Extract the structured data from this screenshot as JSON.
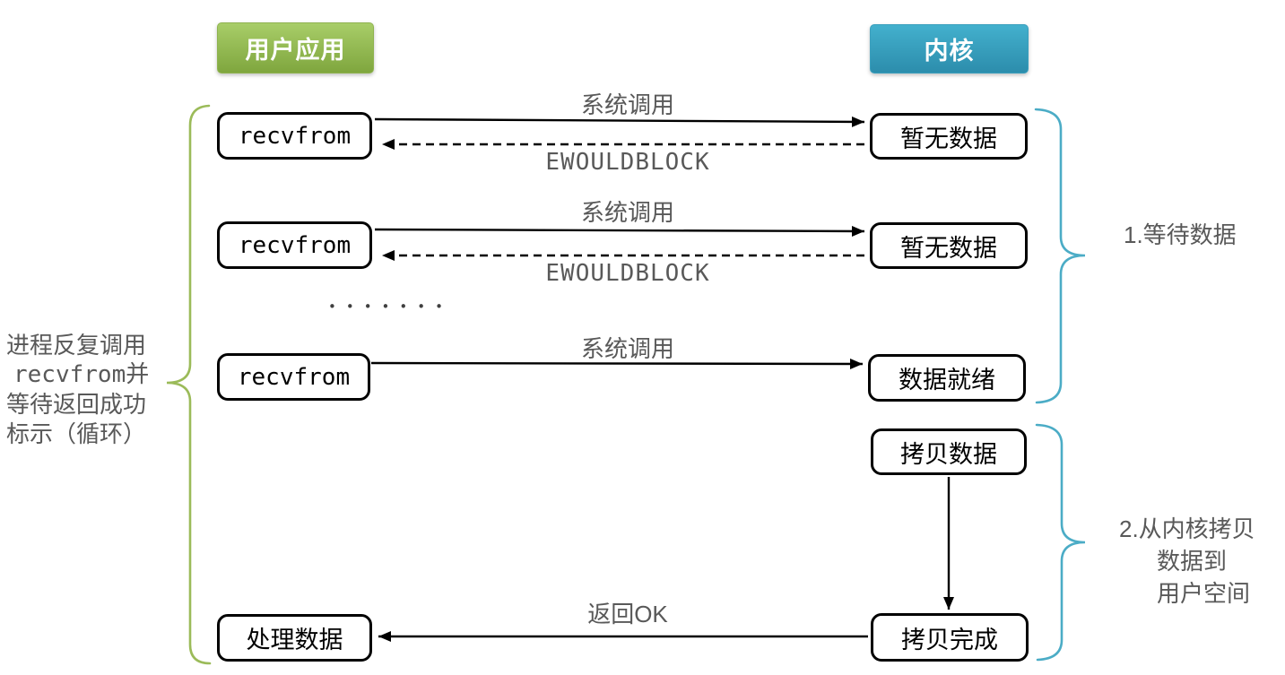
{
  "headers": {
    "user_app": "用户应用",
    "kernel": "内核"
  },
  "nodes": {
    "recvfrom_1": "recvfrom",
    "recvfrom_2": "recvfrom",
    "recvfrom_3": "recvfrom",
    "no_data_1": "暂无数据",
    "no_data_2": "暂无数据",
    "data_ready": "数据就绪",
    "copy_data": "拷贝数据",
    "copy_done": "拷贝完成",
    "process_data": "处理数据"
  },
  "arrow_labels": {
    "syscall_1": "系统调用",
    "ewouldblock_1": "EWOULDBLOCK",
    "syscall_2": "系统调用",
    "ewouldblock_2": "EWOULDBLOCK",
    "syscall_3": "系统调用",
    "return_ok": "返回OK"
  },
  "left_note": {
    "line1": "进程反复调用",
    "line2": "recvfrom并",
    "line3": "等待返回成功",
    "line4": "标示（循环）"
  },
  "side_notes": {
    "note1": "1.等待数据",
    "note2_line1": "2.从内核拷贝",
    "note2_line2": "数据到",
    "note2_line3": "用户空间"
  },
  "ellipsis": "•••••••",
  "colors": {
    "header_green_top": "#a8cd68",
    "header_green_bottom": "#7fa63e",
    "header_green_border": "#8fb350",
    "header_blue_top": "#43b0cd",
    "header_blue_bottom": "#2c8dac",
    "header_blue_border": "#3b9fbd",
    "brace_green": "#9bbb59",
    "brace_blue": "#4bacc6",
    "text_gray": "#595959",
    "node_border": "#000000",
    "dots_color": "#404040"
  }
}
